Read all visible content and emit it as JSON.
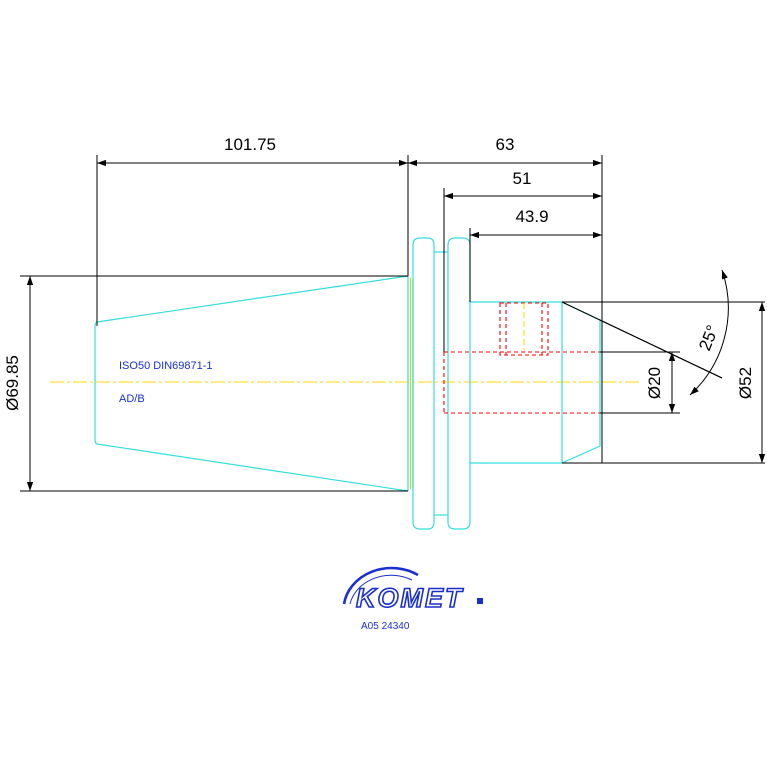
{
  "dimensions": {
    "cone_length": "101.75",
    "total_length": "63",
    "length_51": "51",
    "length_43_9": "43.9",
    "diameter_cone": "Ø69.85",
    "diameter_bore": "Ø20",
    "diameter_outer": "Ø52",
    "angle": "25°"
  },
  "notes": {
    "standard": "ISO50 DIN69871-1",
    "form": "AD/B"
  },
  "logo": {
    "brand": "KOMET"
  },
  "part_number": "A05 24340",
  "colors": {
    "outline": "#33dede",
    "dimension": "#000000",
    "hidden": "#ff0000",
    "centerline": "#ffd800",
    "text": "#1a2fd0",
    "flange_edge": "#c8e600"
  }
}
